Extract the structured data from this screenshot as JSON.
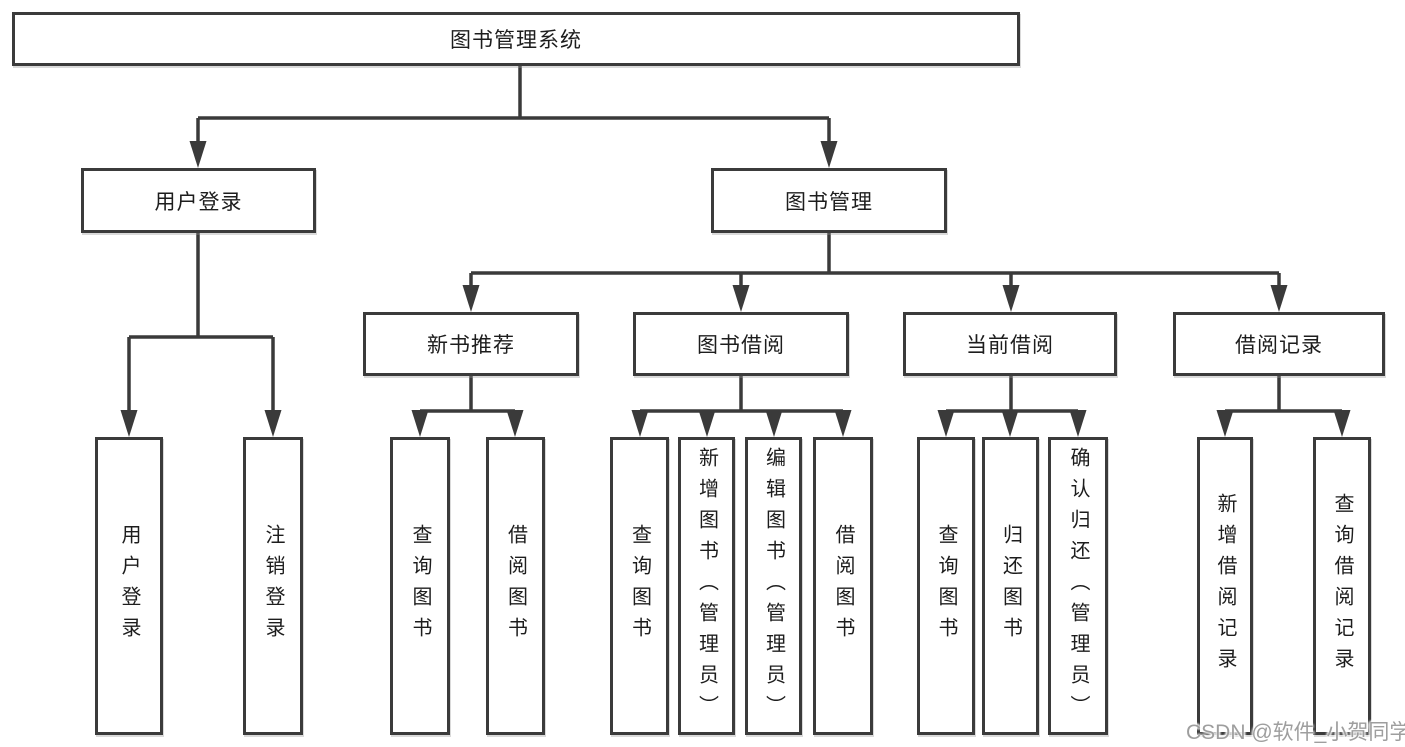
{
  "tree": {
    "label": "图书管理系统",
    "children": [
      {
        "label": "用户登录",
        "children": [
          {
            "label": "用户登录"
          },
          {
            "label": "注销登录"
          }
        ]
      },
      {
        "label": "图书管理",
        "children": [
          {
            "label": "新书推荐",
            "children": [
              {
                "label": "查询图书"
              },
              {
                "label": "借阅图书"
              }
            ]
          },
          {
            "label": "图书借阅",
            "children": [
              {
                "label": "查询图书"
              },
              {
                "label": "新增图书（管理员）"
              },
              {
                "label": "编辑图书（管理员）"
              },
              {
                "label": "借阅图书"
              }
            ]
          },
          {
            "label": "当前借阅",
            "children": [
              {
                "label": "查询图书"
              },
              {
                "label": "归还图书"
              },
              {
                "label": "确认归还（管理员）"
              }
            ]
          },
          {
            "label": "借阅记录",
            "children": [
              {
                "label": "新增借阅记录"
              },
              {
                "label": "查询借阅记录"
              }
            ]
          }
        ]
      }
    ]
  },
  "watermark": "CSDN @软件_小贺同学",
  "colors": {
    "background": "#ffffff",
    "line": "#3a3a3a",
    "box_border": "#3b3b3b",
    "box_fill": "#ffffff",
    "text": "#1d1d1d",
    "watermark": "#9e9e9e"
  }
}
